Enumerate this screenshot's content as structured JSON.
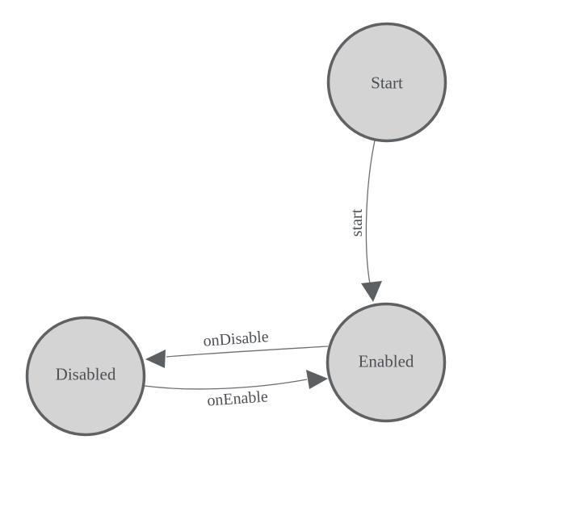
{
  "diagram": {
    "kind": "state-machine",
    "nodes": [
      {
        "id": "start",
        "label": "Start"
      },
      {
        "id": "enabled",
        "label": "Enabled"
      },
      {
        "id": "disabled",
        "label": "Disabled"
      }
    ],
    "edges": [
      {
        "from": "start",
        "to": "enabled",
        "label": "start"
      },
      {
        "from": "enabled",
        "to": "disabled",
        "label": "onDisable"
      },
      {
        "from": "disabled",
        "to": "enabled",
        "label": "onEnable"
      }
    ],
    "colors": {
      "background": "#ffffff",
      "node_fill": "#d4d4d4",
      "node_stroke": "#5f6265",
      "edge_line": "#6e6e6e",
      "arrowhead": "#5c6063",
      "text": "#4d5156"
    }
  }
}
